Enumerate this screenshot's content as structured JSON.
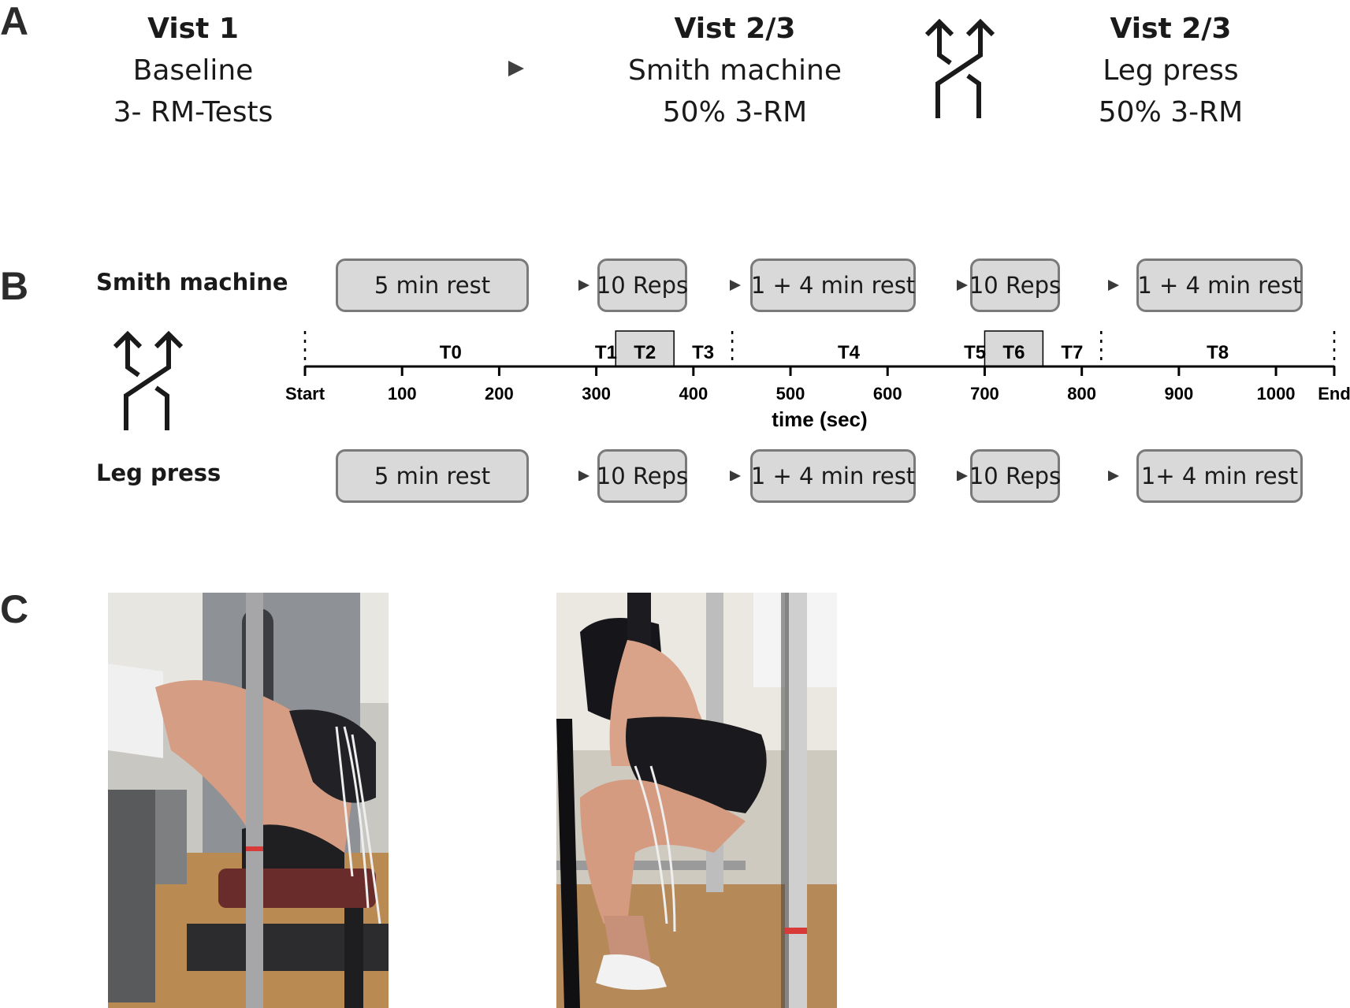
{
  "panels": {
    "a": "A",
    "b": "B",
    "c": "C"
  },
  "panel_a": {
    "visit1": {
      "title": "Vist 1",
      "line1": "Baseline",
      "line2": "3- RM-Tests"
    },
    "visit2": {
      "title": "Vist 2/3",
      "line1": "Smith machine",
      "line2": "50% 3-RM"
    },
    "visit3": {
      "title": "Vist 2/3",
      "line1": "Leg press",
      "line2": "50% 3-RM"
    },
    "crossover_icon": "crossover-arrows-icon",
    "arrow_icon": "arrow-right-icon"
  },
  "panel_b": {
    "smith_label": "Smith machine",
    "leg_label": "Leg press",
    "smith_boxes": [
      "5 min rest",
      "10 Reps",
      "1 + 4 min rest",
      "10 Reps",
      "1 + 4 min rest"
    ],
    "leg_boxes": [
      "5 min rest",
      "10 Reps",
      "1 + 4 min rest",
      "10 Reps",
      "1+ 4 min rest"
    ],
    "crossover_icon": "crossover-arrows-icon",
    "timeline": {
      "xlabel": "time (sec)",
      "range": [
        0,
        1060
      ],
      "ticks": [
        {
          "value": 0,
          "label": "Start"
        },
        {
          "value": 100,
          "label": "100"
        },
        {
          "value": 200,
          "label": "200"
        },
        {
          "value": 300,
          "label": "300"
        },
        {
          "value": 400,
          "label": "400"
        },
        {
          "value": 500,
          "label": "500"
        },
        {
          "value": 600,
          "label": "600"
        },
        {
          "value": 700,
          "label": "700"
        },
        {
          "value": 800,
          "label": "800"
        },
        {
          "value": 900,
          "label": "900"
        },
        {
          "value": 1000,
          "label": "1000"
        },
        {
          "value": 1060,
          "label": "End"
        }
      ],
      "phases": [
        {
          "label": "T0",
          "start": 0,
          "end": 300
        },
        {
          "label": "T1",
          "start": 300,
          "end": 320
        },
        {
          "label": "T2",
          "start": 320,
          "end": 380,
          "shaded": true
        },
        {
          "label": "T3",
          "start": 380,
          "end": 440
        },
        {
          "label": "T4",
          "start": 440,
          "end": 680
        },
        {
          "label": "T5",
          "start": 680,
          "end": 700
        },
        {
          "label": "T6",
          "start": 700,
          "end": 760,
          "shaded": true
        },
        {
          "label": "T7",
          "start": 760,
          "end": 820
        },
        {
          "label": "T8",
          "start": 820,
          "end": 1060
        }
      ],
      "dashed_markers": [
        0,
        440,
        820,
        1060
      ]
    }
  },
  "panel_c": {
    "photo_left": "photo-leg-press-exercise",
    "photo_right": "photo-smith-machine-squat"
  }
}
